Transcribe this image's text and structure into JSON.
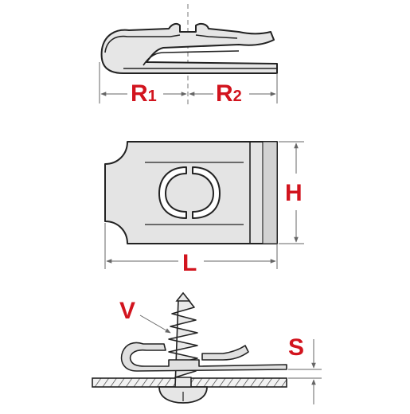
{
  "labels": {
    "r1": "R",
    "r1_sub": "1",
    "r2": "R",
    "r2_sub": "2",
    "h": "H",
    "l": "L",
    "v": "V",
    "s": "S"
  },
  "colors": {
    "outline": "#222222",
    "fill_light": "#e6e6e6",
    "fill_mid": "#cfcfcf",
    "dimension_line": "#666666",
    "label_red": "#d2141e"
  }
}
